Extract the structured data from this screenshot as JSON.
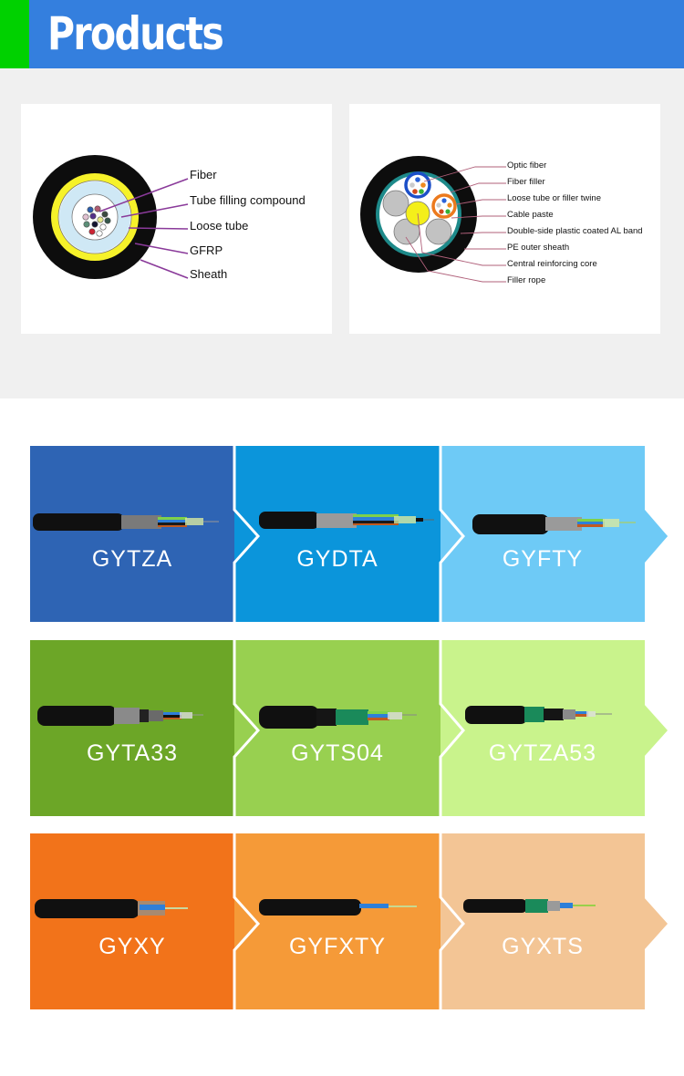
{
  "header": {
    "title": "Products",
    "accent_color": "#00d100",
    "bar_color": "#347fde"
  },
  "diagrams": [
    {
      "name": "central-tube-cable-cross-section",
      "labels": [
        "Fiber",
        "Tube filling compound",
        "Loose tube",
        "GFRP",
        "Sheath"
      ]
    },
    {
      "name": "stranded-loose-tube-cable-cross-section",
      "labels": [
        "Optic fiber",
        "Fiber filler",
        "Loose tube or filler twine",
        "Cable paste",
        "Double-side plastic coated AL band",
        "PE outer sheath",
        "Central reinforcing core",
        "Filler rope"
      ]
    }
  ],
  "product_rows": [
    {
      "theme": "blue",
      "items": [
        {
          "label": "GYTZA",
          "color": "#2e64b4"
        },
        {
          "label": "GYDTA",
          "color": "#0b95db"
        },
        {
          "label": "GYFTY",
          "color": "#6ecaf6"
        }
      ]
    },
    {
      "theme": "green",
      "items": [
        {
          "label": "GYTA33",
          "color": "#6ca627"
        },
        {
          "label": "GYTS04",
          "color": "#98d050"
        },
        {
          "label": "GYTZA53",
          "color": "#c9f38c"
        }
      ]
    },
    {
      "theme": "orange",
      "items": [
        {
          "label": "GYXY",
          "color": "#f2731a"
        },
        {
          "label": "GYFXTY",
          "color": "#f59a38"
        },
        {
          "label": "GYXTS",
          "color": "#f3c595"
        }
      ]
    }
  ]
}
